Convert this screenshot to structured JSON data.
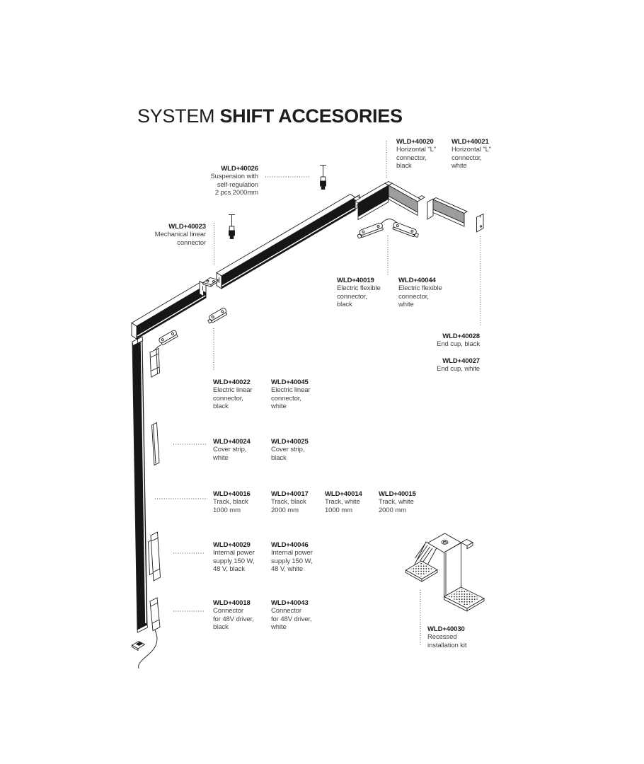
{
  "title": {
    "regular": "SYSTEM",
    "bold": "SHIFT ACCESORIES"
  },
  "colors": {
    "ink": "#1d1d1b",
    "part_gray": "#9d9d9c",
    "text_gray": "#3f3f3e"
  },
  "labels": {
    "wld40020": {
      "code": "WLD+40020",
      "lines": [
        "Horizontal \"L\"",
        "connector,",
        "black"
      ]
    },
    "wld40021": {
      "code": "WLD+40021",
      "lines": [
        "Horizontal \"L\"",
        "connector,",
        "white"
      ]
    },
    "wld40026": {
      "code": "WLD+40026",
      "lines": [
        "Suspension with",
        "self-regulation",
        "2 pcs 2000mm"
      ]
    },
    "wld40023": {
      "code": "WLD+40023",
      "lines": [
        "Mechanical linear",
        "connector"
      ]
    },
    "wld40019": {
      "code": "WLD+40019",
      "lines": [
        "Electric flexible",
        "connector,",
        "black"
      ]
    },
    "wld40044": {
      "code": "WLD+40044",
      "lines": [
        "Electric flexible",
        "connector,",
        "white"
      ]
    },
    "wld40028": {
      "code": "WLD+40028",
      "lines": [
        "End cup, black"
      ]
    },
    "wld40027": {
      "code": "WLD+40027",
      "lines": [
        "End cup, white"
      ]
    },
    "wld40022": {
      "code": "WLD+40022",
      "lines": [
        "Electric linear",
        "connector,",
        "black"
      ]
    },
    "wld40045": {
      "code": "WLD+40045",
      "lines": [
        "Electric linear",
        "connector,",
        "white"
      ]
    },
    "wld40024": {
      "code": "WLD+40024",
      "lines": [
        "Cover strip,",
        "white"
      ]
    },
    "wld40025": {
      "code": "WLD+40025",
      "lines": [
        "Cover strip,",
        "black"
      ]
    },
    "wld40016": {
      "code": "WLD+40016",
      "lines": [
        "Track, black",
        "1000 mm"
      ]
    },
    "wld40017": {
      "code": "WLD+40017",
      "lines": [
        "Track, black",
        "2000 mm"
      ]
    },
    "wld40014": {
      "code": "WLD+40014",
      "lines": [
        "Track, white",
        "1000 mm"
      ]
    },
    "wld40015": {
      "code": "WLD+40015",
      "lines": [
        "Track, white",
        "2000 mm"
      ]
    },
    "wld40029": {
      "code": "WLD+40029",
      "lines": [
        "Internal power",
        "supply 150 W,",
        "48 V, black"
      ]
    },
    "wld40046": {
      "code": "WLD+40046",
      "lines": [
        "Internal power",
        "supply 150 W,",
        "48 V, white"
      ]
    },
    "wld40018": {
      "code": "WLD+40018",
      "lines": [
        "Connector",
        "for 48V driver,",
        "black"
      ]
    },
    "wld40043": {
      "code": "WLD+40043",
      "lines": [
        "Connector",
        "for 48V driver,",
        "white"
      ]
    },
    "wld40030": {
      "code": "WLD+40030",
      "lines": [
        "Recessed",
        "installation kit"
      ]
    }
  }
}
